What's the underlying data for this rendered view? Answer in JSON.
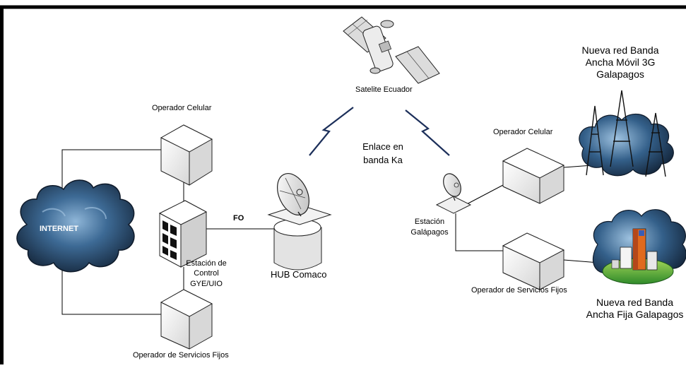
{
  "nodes": {
    "satellite": {
      "label": "Satelite Ecuador"
    },
    "link": {
      "line1": "Enlace en",
      "line2": "banda Ka"
    },
    "operador_celular_left": {
      "label": "Operador Celular"
    },
    "operador_celular_right": {
      "label": "Operador Celular"
    },
    "internet": {
      "label": "INTERNET"
    },
    "fo": {
      "label": "FO"
    },
    "control_station": {
      "line1": "Estación de",
      "line2": "Control",
      "line3": "GYE/UIO"
    },
    "hub": {
      "label": "HUB Comaco"
    },
    "galapagos_station": {
      "line1": "Estación",
      "line2": "Galápagos"
    },
    "fijos_left": {
      "label": "Operador de Servicios Fijos"
    },
    "fijos_right": {
      "label": "Operador de Servicios Fijos"
    },
    "mobile_net": {
      "line1": "Nueva red Banda",
      "line2": "Ancha Móvil 3G",
      "line3": "Galapagos"
    },
    "fixed_net": {
      "line1": "Nueva red Banda",
      "line2": "Ancha Fija Galapagos"
    }
  },
  "colors": {
    "frame": "#000000",
    "cloud_dark": "#16283d",
    "cloud_mid": "#3d6a95",
    "cloud_light": "#8fb6d8",
    "link_bolt": "#1c2f5a",
    "box_light": "#ffffff",
    "box_shade": "#cfcfcf"
  }
}
